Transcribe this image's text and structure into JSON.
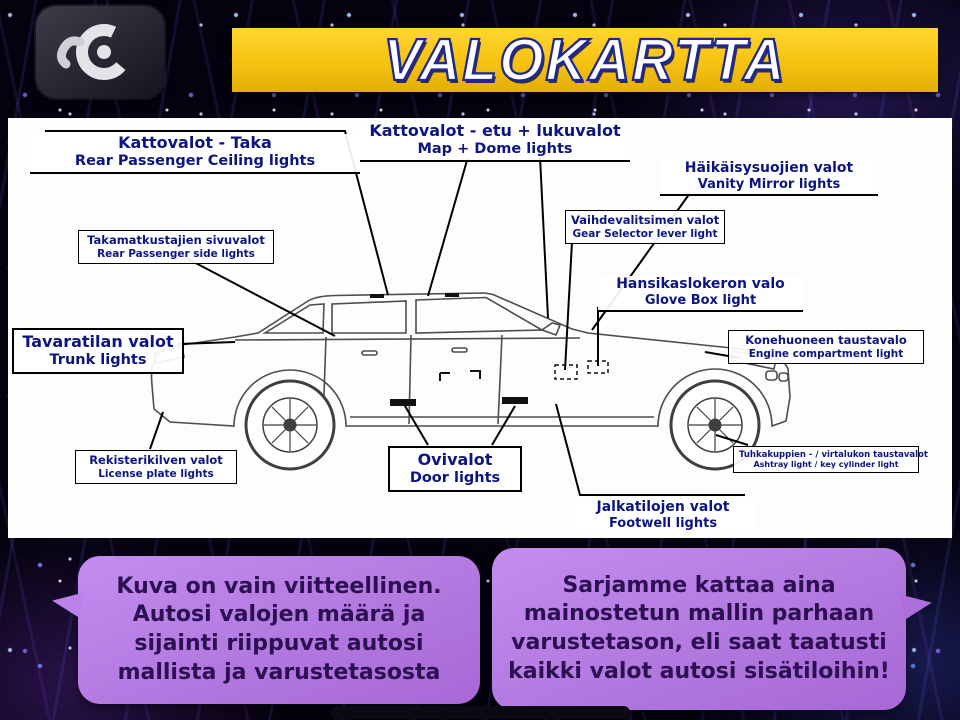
{
  "header": {
    "title": "VALOKARTTA",
    "logo_name": "valokartta-logo",
    "banner_color": "#f6c212"
  },
  "diagram": {
    "labels": [
      {
        "fi": "Kattovalot - Taka",
        "en": "Rear Passenger Ceiling lights"
      },
      {
        "fi": "Kattovalot - etu + lukuvalot",
        "en": "Map + Dome lights"
      },
      {
        "fi": "Häikäisysuojien valot",
        "en": "Vanity Mirror lights"
      },
      {
        "fi": "Vaihdevalitsimen valot",
        "en": "Gear Selector lever light"
      },
      {
        "fi": "Takamatkustajien sivuvalot",
        "en": "Rear Passenger side lights"
      },
      {
        "fi": "Hansikaslokeron valo",
        "en": "Glove Box light"
      },
      {
        "fi": "Tavaratilan valot",
        "en": "Trunk lights"
      },
      {
        "fi": "Konehuoneen taustavalo",
        "en": "Engine compartment light"
      },
      {
        "fi": "Rekisterikilven valot",
        "en": "License plate lights"
      },
      {
        "fi": "Ovivalot",
        "en": "Door lights"
      },
      {
        "fi": "Tuhkakuppien - / virtalukon taustavalot",
        "en": "Ashtray light / key cylinder light"
      },
      {
        "fi": "Jalkatilojen valot",
        "en": "Footwell lights"
      }
    ]
  },
  "speech_bubbles": {
    "left": "Kuva on vain viitteellinen. Autosi valojen määrä ja sijainti riippuvat autosi mallista ja varustetasosta",
    "right": "Sarjamme kattaa aina mainostetun mallin parhaan varustetason, eli saat taatusti kaikki valot autosi sisätiloihin!"
  },
  "colors": {
    "banner_yellow": "#f6c212",
    "bubble_purple": "#b177de",
    "label_navy": "#0c1580",
    "background": "#04020e"
  }
}
